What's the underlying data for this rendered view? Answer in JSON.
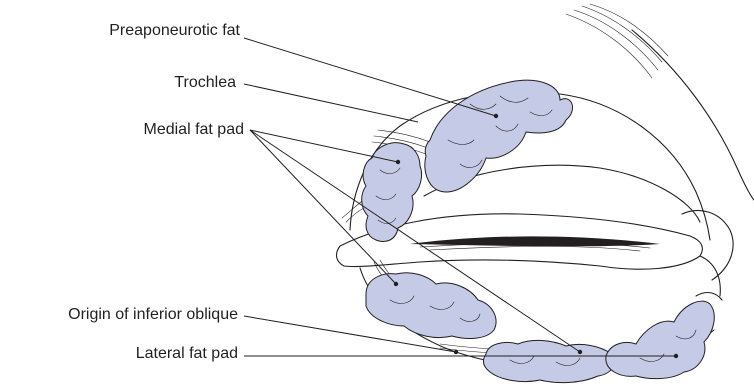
{
  "labels": {
    "preaponeurotic_fat": "Preaponeurotic fat",
    "trochlea": "Trochlea",
    "medial_fat_pad": "Medial fat pad",
    "origin_inferior_oblique": "Origin of inferior oblique",
    "lateral_fat_pad": "Lateral fat pad"
  },
  "colors": {
    "fat_fill": "#c5cbe6",
    "line": "#231f20",
    "background": "#ffffff"
  }
}
